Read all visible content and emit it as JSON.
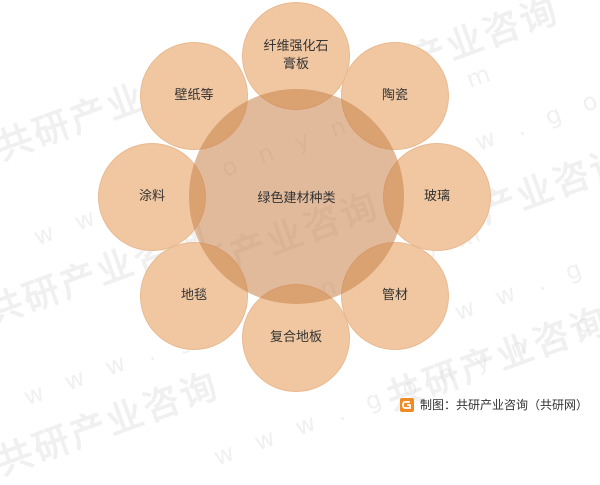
{
  "watermark": {
    "cn": "共研产业咨询",
    "en": "w w w . g o n y n . c o m"
  },
  "diagram": {
    "center_label": "绿色建材种类",
    "nodes": [
      {
        "id": "n1",
        "label": "纤维强化石膏板"
      },
      {
        "id": "n2",
        "label": "陶瓷"
      },
      {
        "id": "n3",
        "label": "玻璃"
      },
      {
        "id": "n4",
        "label": "管材"
      },
      {
        "id": "n5",
        "label": "复合地板"
      },
      {
        "id": "n6",
        "label": "地毯"
      },
      {
        "id": "n7",
        "label": "涂料"
      },
      {
        "id": "n8",
        "label": "壁纸等"
      }
    ]
  },
  "source": {
    "text": "制图：共研产业咨询（共研网）"
  },
  "colors": {
    "node_fill": "#F0C7A1",
    "center_fill": "#C8824B",
    "logo_orange": "#F08A24"
  }
}
